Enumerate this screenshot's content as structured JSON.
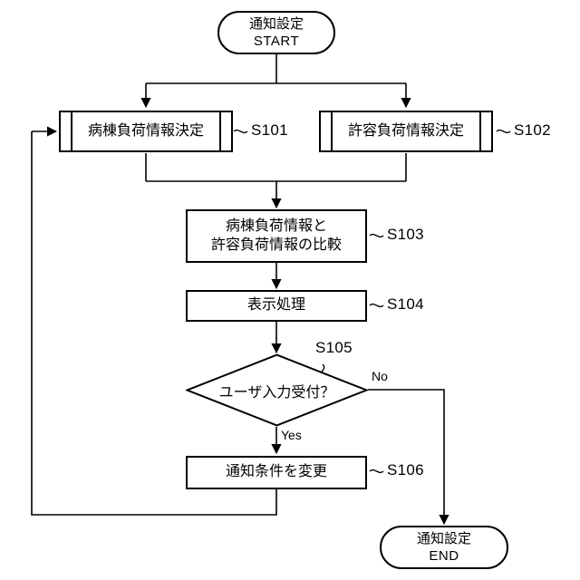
{
  "diagram": {
    "title_present": false,
    "line_color": "#000000",
    "background": "#ffffff",
    "nodes": {
      "start": {
        "line1": "通知設定",
        "line2": "START",
        "shape": "terminal"
      },
      "s101": {
        "label": "病棟負荷情報決定",
        "tag": "S101",
        "shape": "predefined-process"
      },
      "s102": {
        "label": "許容負荷情報決定",
        "tag": "S102",
        "shape": "predefined-process"
      },
      "s103": {
        "line1": "病棟負荷情報と",
        "line2": "許容負荷情報の比較",
        "tag": "S103",
        "shape": "process"
      },
      "s104": {
        "label": "表示処理",
        "tag": "S104",
        "shape": "process"
      },
      "s105": {
        "label": "ユーザ入力受付？",
        "tag": "S105",
        "shape": "decision"
      },
      "s106": {
        "label": "通知条件を変更",
        "tag": "S106",
        "shape": "process"
      },
      "end": {
        "line1": "通知設定",
        "line2": "END",
        "shape": "terminal"
      }
    },
    "branch_labels": {
      "no": "No",
      "yes": "Yes"
    }
  }
}
